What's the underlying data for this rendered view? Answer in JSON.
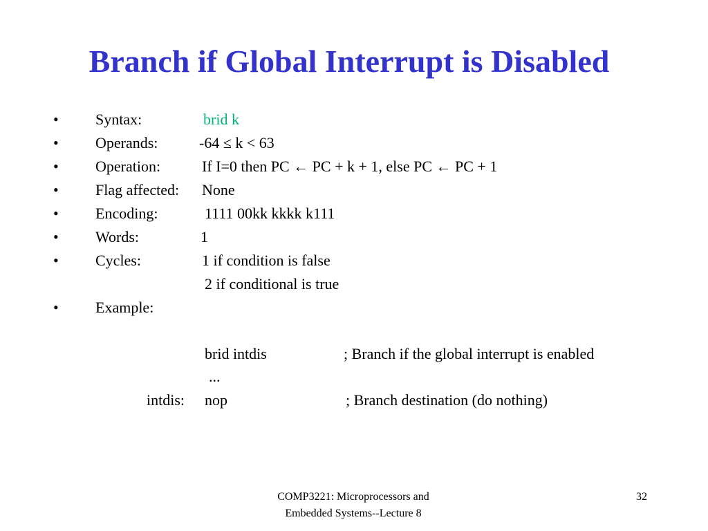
{
  "title": "Branch if Global Interrupt is Disabled",
  "bullet_symbol": "•",
  "rows": {
    "syntax": {
      "label": "Syntax:",
      "value": "brid k",
      "value_color": "#00b37a"
    },
    "operands": {
      "label": "Operands:",
      "value": "-64 ≤ k < 63"
    },
    "operation": {
      "label": "Operation:",
      "value": "If  I=0  then PC ← PC + k + 1, else PC ← PC + 1"
    },
    "flag": {
      "label": "Flag affected:",
      "value": "None"
    },
    "encoding": {
      "label": "Encoding:",
      "value": "1111 00kk kkkk k111"
    },
    "words": {
      "label": "Words:",
      "value": "1"
    },
    "cycles": {
      "label": "Cycles:",
      "value": "1 if condition is false",
      "value2": "2 if conditional is true"
    },
    "example": {
      "label": "Example:"
    }
  },
  "example_code": {
    "line1_instr": "brid intdis",
    "line1_comment": "; Branch if the global interrupt is enabled",
    "line2": "...",
    "line3_label": "intdis:",
    "line3_instr": "nop",
    "line3_comment": "; Branch destination (do nothing)"
  },
  "footer": {
    "course_line1": "COMP3221: Microprocessors and",
    "course_line2": "Embedded Systems--Lecture 8",
    "page_number": "32"
  },
  "colors": {
    "title": "#3333cc",
    "highlight": "#00b37a"
  }
}
